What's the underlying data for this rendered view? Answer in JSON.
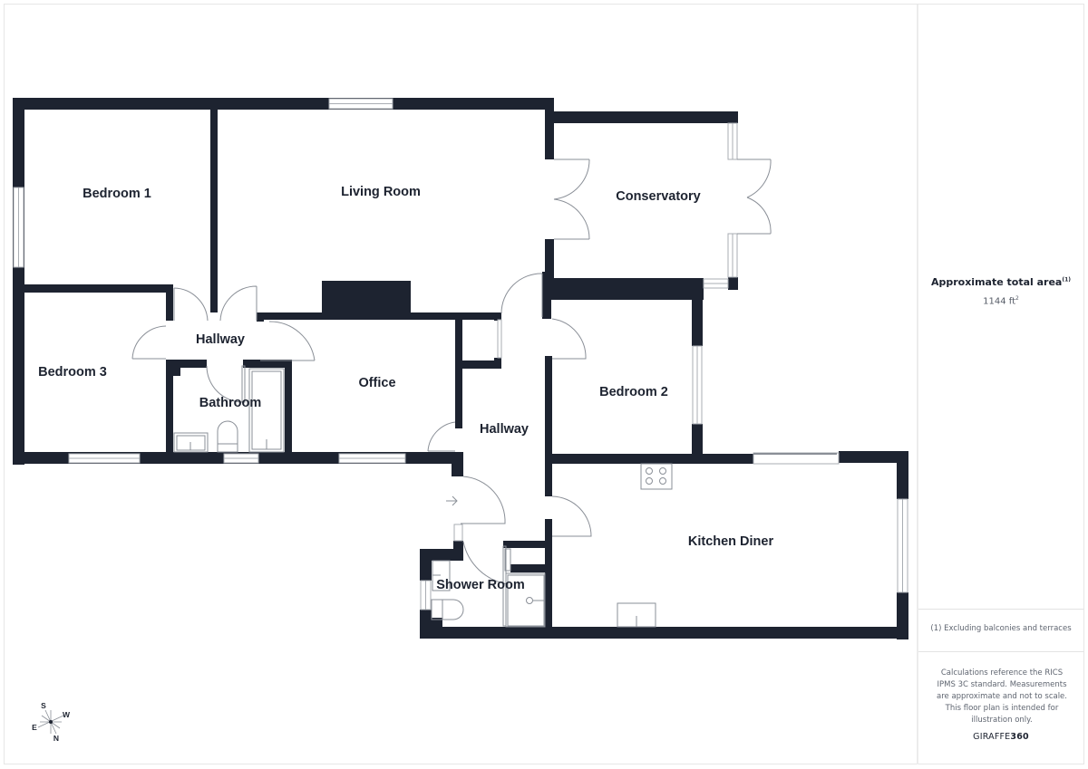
{
  "floor_plan": {
    "rooms": [
      {
        "id": "bedroom-1",
        "label": "Bedroom 1"
      },
      {
        "id": "living-room",
        "label": "Living Room"
      },
      {
        "id": "conservatory",
        "label": "Conservatory"
      },
      {
        "id": "bedroom-3",
        "label": "Bedroom 3"
      },
      {
        "id": "hallway-west",
        "label": "Hallway"
      },
      {
        "id": "bathroom",
        "label": "Bathroom"
      },
      {
        "id": "office",
        "label": "Office"
      },
      {
        "id": "hallway-central",
        "label": "Hallway"
      },
      {
        "id": "bedroom-2",
        "label": "Bedroom 2"
      },
      {
        "id": "kitchen-diner",
        "label": "Kitchen Diner"
      },
      {
        "id": "shower-room",
        "label": "Shower Room"
      }
    ],
    "colors": {
      "wall": "#1d2330",
      "fixture_line": "#8a8f97",
      "window_line": "#a9adb3"
    },
    "entrance_icon": "arrow-right-icon"
  },
  "compass": {
    "icon": "compass-rose-icon",
    "labels": {
      "top": "S",
      "right": "W",
      "left": "E",
      "bottom": "N"
    }
  },
  "side_panel": {
    "area_title": "Approximate total area",
    "area_footnote_marker": "(1)",
    "area_value": "1144 ft",
    "area_unit_sup": "2",
    "footnote": "(1) Excluding balconies and terraces",
    "disclaimer": "Calculations reference the RICS IPMS 3C standard. Measurements are approximate and not to scale. This floor plan is intended for illustration only.",
    "brand_prefix": "GIRAFFE",
    "brand_suffix": "360"
  }
}
